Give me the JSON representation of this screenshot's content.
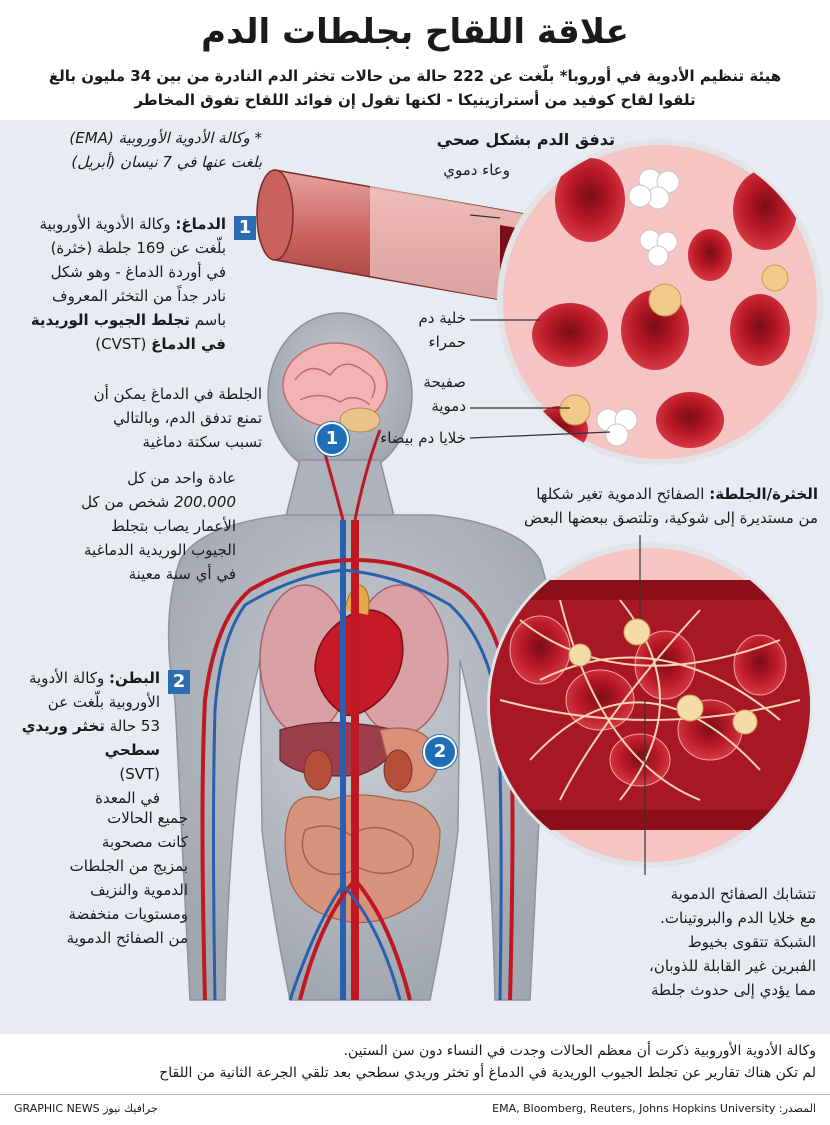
{
  "header": {
    "title": "علاقة اللقاح بجلطات الدم",
    "subtitle_line1": "هيئة تنظيم الأدوية في أوروبا* بلّغت عن 222 حالة من حالات تخثر الدم النادرة من بين 34 مليون بالغ",
    "subtitle_line2": "تلقوا لقاح كوفيد من أسترازينيكا - لكنها تقول إن فوائد اللقاح تفوق المخاطر"
  },
  "footnote_ema": {
    "line1": "* وكالة الأدوية الأوروبية (EMA)",
    "line2": "بلغت عنها في 7 نيسان (أبريل)"
  },
  "brain_section": {
    "number": "1",
    "heading": "الدماغ:",
    "line1": "وكالة الأدوية الأوروبية",
    "line2": "بلّغت عن 169 جلطة (خثرة)",
    "line3": "في أوردة الدماغ - وهو شكل",
    "line4": "نادر جداً من التخثر المعروف",
    "line5_prefix": "باسم",
    "line5_bold": "تجلط الجيوب الوريدية",
    "line6_bold": "في الدماغ",
    "line6_rest": "(CVST)"
  },
  "brain_effect": {
    "line1": "الجلطة في الدماغ يمكن أن",
    "line2": "تمنع تدفق الدم، وبالتالي",
    "line3": "تسبب سكتة دماغية"
  },
  "brain_stats": {
    "line1": "عادة واحد من كل",
    "line2_num": "200.000",
    "line2_rest": "شخص من كل",
    "line3": "الأعمار يصاب بتجلط",
    "line4": "الجيوب الوريدية الدماغية",
    "line5": "في أي سنة معينة"
  },
  "abdomen_section": {
    "number": "2",
    "heading": "البطن:",
    "line1": "وكالة الأدوية",
    "line2": "الأوروبية بلّغت عن",
    "line3_prefix": "53 حالة",
    "line3_bold": "تخثر وريدي",
    "line4_bold": "سطحي",
    "line5": "(SVT)",
    "line6": "في المعدة"
  },
  "abdomen_notes": {
    "line1": "جميع الحالات",
    "line2": "كانت مصحوبة",
    "line3": "بمزيج من الجلطات",
    "line4": "الدموية والنزيف",
    "line5": "ومستويات منخفضة",
    "line6": "من الصفائح الدموية"
  },
  "healthy_flow": {
    "heading": "تدفق الدم بشكل صحي",
    "vessel_label": "وعاء دموي",
    "rbc_label_1": "خلية دم",
    "rbc_label_2": "حمراء",
    "platelet_label_1": "صفيحة",
    "platelet_label_2": "دموية",
    "wbc_label": "خلايا دم بيضاء"
  },
  "clot_section": {
    "heading": "الخثرة/الجلطة:",
    "line1_rest": "الصفائح الدموية تغير شكلها",
    "line2": "من مستديرة إلى شوكية، وتلتصق ببعضها البعض"
  },
  "mesh_notes": {
    "line1": "تتشابك الصفائح الدموية",
    "line2": "مع خلايا الدم والبروتينات.",
    "line3": "الشبكة تتقوى بخيوط",
    "line4": "الفبرين غير القابلة للذوبان،",
    "line5": "مما يؤدي إلى حدوث جلطة"
  },
  "footer": {
    "note1": "وكالة الأدوية الأوروبية ذكرت أن معظم الحالات وجدت في النساء دون سن الستين.",
    "note2": "لم تكن هناك تقارير عن تجلط الجيوب الوريدية في الدماغ أو تخثر وريدي سطحي بعد تلقي الجرعة الثانية من اللقاح",
    "source": "المصدر: EMA, Bloomberg, Reuters, Johns Hopkins University",
    "credit": "GRAPHIC NEWS جرافيك نيوز"
  },
  "colors": {
    "panel_bg": "#e7ecf3",
    "accent_blue": "#2b6cb3",
    "blood_red": "#b3121f",
    "circle_bg": "#f7c4c4"
  }
}
